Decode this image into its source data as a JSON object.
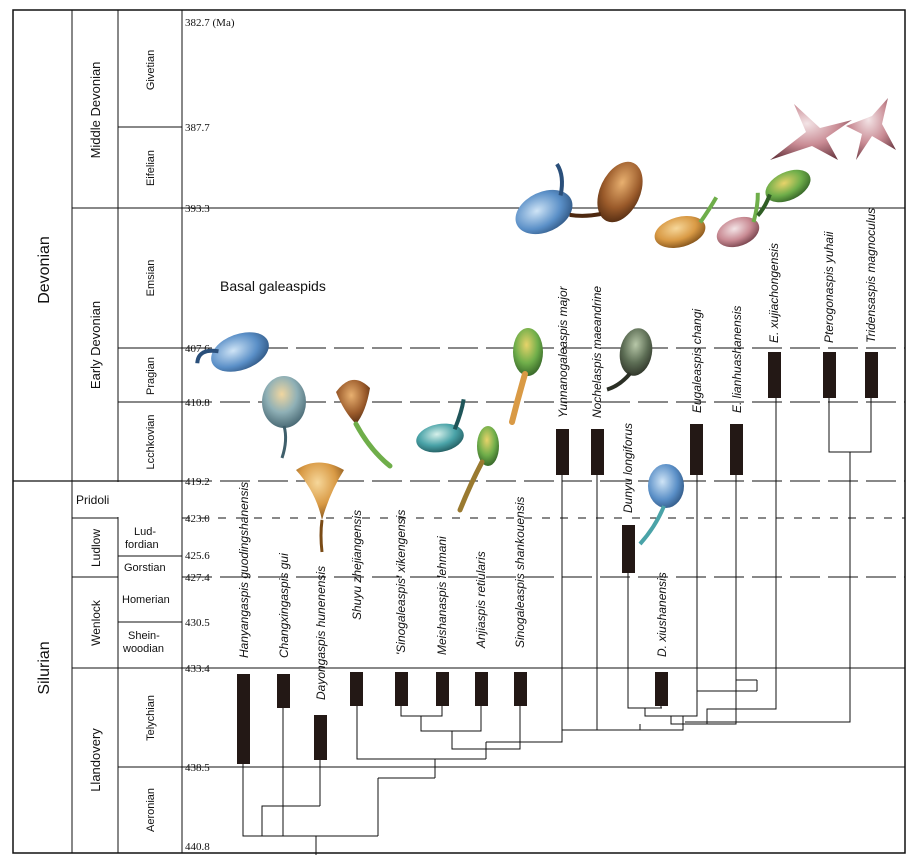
{
  "periods": {
    "devonian": "Devonian",
    "silurian": "Silurian"
  },
  "epochs": {
    "middle_devonian": "Middle Devonian",
    "early_devonian": "Early Devonian",
    "pridoli": "Pridoli",
    "ludlow": "Ludlow",
    "wenlock": "Wenlock",
    "llandovery": "Llandovery"
  },
  "stages": {
    "givetian": "Givetian",
    "eifelian": "Eifelian",
    "emsian": "Emsian",
    "pragian": "Pragian",
    "lochkovian": "Lcchkovian",
    "ludfordian_1": "Lud-",
    "ludfordian_2": "fordian",
    "gorstian": "Gorstian",
    "homerian": "Homerian",
    "sheinwoodian_1": "Shein-",
    "sheinwoodian_2": "woodian",
    "telychian": "Telychian",
    "aeronian": "Aeronian"
  },
  "ages": {
    "a1": "382.7 (Ma)",
    "a2": "387.7",
    "a3": "393.3",
    "a4": "407.6",
    "a5": "410.8",
    "a6": "419.2",
    "a7": "423.0",
    "a8": "425.6",
    "a9": "427.4",
    "a10": "430.5",
    "a11": "433.4",
    "a12": "438.5",
    "a13": "440.8"
  },
  "group_label": "Basal galeaspids",
  "taxa": {
    "t1": "Hanyangaspis guodingshanensis",
    "t2": "Changxingaspis gui",
    "t3": "Dayongaspis hunenensis",
    "t4": "Shuyu zhejiangensis",
    "t5": "'Sinogaleaspis' xikengensis",
    "t6": "Meishanaspis lehmani",
    "t7": "Anjiaspis retiularis",
    "t8": "Sinogaleaspis shankouensis",
    "t9": "Yunnanogaleaspis major",
    "t10": "Nochelaspis maeandrine",
    "t11": "Dunyu longiforus",
    "t12": "D. xiushanensis",
    "t13": "Eugaleaspis changi",
    "t14": "E. lianhuashanensis",
    "t15": "E. xujiachongensis",
    "t16": "Pterogonaspis yuhaii",
    "t17": "Tridensaspis magnoculus"
  },
  "colors": {
    "line": "#111111",
    "range_bar": "#231815",
    "fossil_blue": "#5a8fc7",
    "fossil_brown": "#9a5a2a",
    "fossil_green": "#6fae4a",
    "fossil_teal": "#4aa3a8"
  },
  "icons": {
    "fossil": "galeaspid-reconstruction"
  }
}
